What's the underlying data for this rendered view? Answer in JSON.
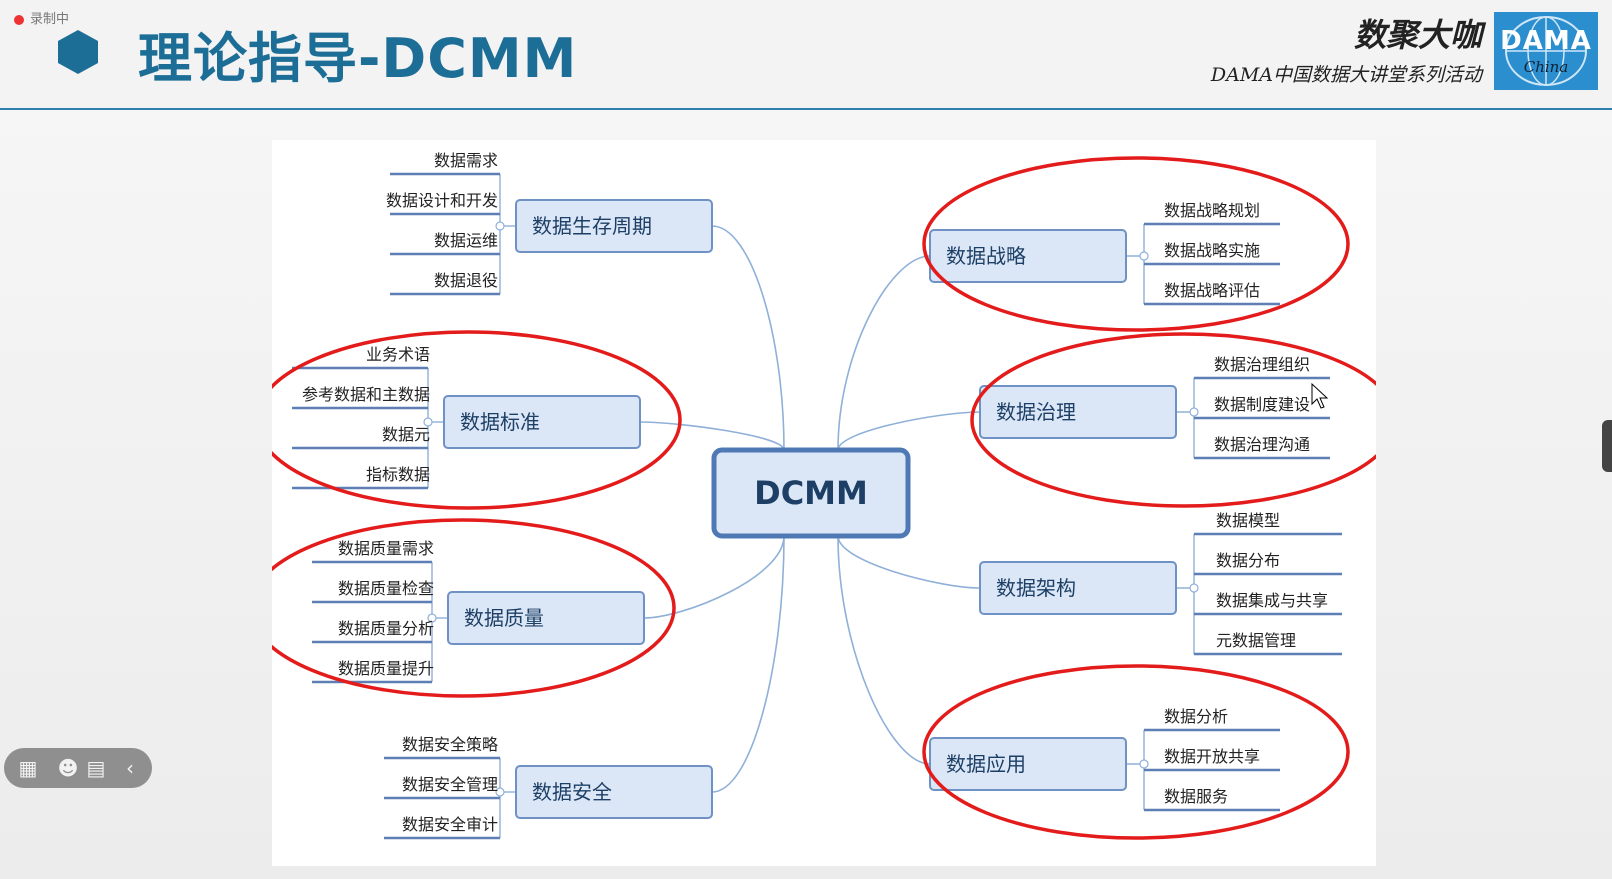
{
  "header": {
    "recording_label": "录制中",
    "title": "理论指导-DCMM",
    "brand_cn": "数聚大咖",
    "brand_subtitle": "DAMA中国数据大讲堂系列活动",
    "logo_word": "DAMA",
    "logo_sub": "China"
  },
  "colors": {
    "title": "#1c6e96",
    "node_fill": "#dbe7f6",
    "node_stroke": "#6f91c4",
    "branch_line": "#8fb0d8",
    "leaf_line": "#5d7fb5",
    "highlight": "#e31b1b"
  },
  "diagram": {
    "root": "DCMM",
    "branches": [
      {
        "label": "数据生存周期",
        "side": "left",
        "highlighted": false,
        "children": [
          "数据需求",
          "数据设计和开发",
          "数据运维",
          "数据退役"
        ]
      },
      {
        "label": "数据标准",
        "side": "left",
        "highlighted": true,
        "children": [
          "业务术语",
          "参考数据和主数据",
          "数据元",
          "指标数据"
        ]
      },
      {
        "label": "数据质量",
        "side": "left",
        "highlighted": true,
        "children": [
          "数据质量需求",
          "数据质量检查",
          "数据质量分析",
          "数据质量提升"
        ]
      },
      {
        "label": "数据安全",
        "side": "left",
        "highlighted": false,
        "children": [
          "数据安全策略",
          "数据安全管理",
          "数据安全审计"
        ]
      },
      {
        "label": "数据战略",
        "side": "right",
        "highlighted": true,
        "children": [
          "数据战略规划",
          "数据战略实施",
          "数据战略评估"
        ]
      },
      {
        "label": "数据治理",
        "side": "right",
        "highlighted": true,
        "children": [
          "数据治理组织",
          "数据制度建设",
          "数据治理沟通"
        ]
      },
      {
        "label": "数据架构",
        "side": "right",
        "highlighted": false,
        "children": [
          "数据模型",
          "数据分布",
          "数据集成与共享",
          "元数据管理"
        ]
      },
      {
        "label": "数据应用",
        "side": "right",
        "highlighted": true,
        "children": [
          "数据分析",
          "数据开放共享",
          "数据服务"
        ]
      }
    ]
  },
  "toolbar": {
    "icons": [
      "grid-icon",
      "emoji-icon",
      "chat-icon",
      "chevron-left-icon"
    ]
  }
}
